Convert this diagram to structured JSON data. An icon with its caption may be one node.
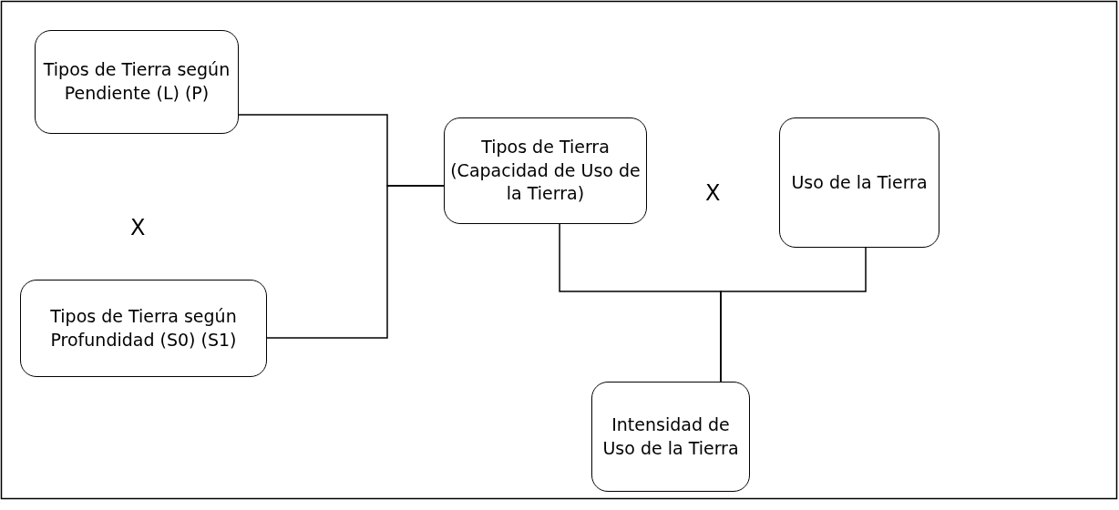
{
  "diagram": {
    "nodes": [
      {
        "text": [
          "Tipos de Tierra según Pendiente (L) (P)"
        ]
      },
      {
        "text": [
          "Tipos de Tierra según Profundidad (S0) (S1)"
        ]
      },
      {
        "text": [
          "Tipos de Tierra (Capacidad de Uso de la Tierra)"
        ]
      },
      {
        "text": [
          "Uso de la Tierra"
        ]
      },
      {
        "text": [
          "Intensidad de Uso de la Tierra"
        ]
      }
    ],
    "edges": [
      {
        "from": 0,
        "to": 2,
        "arrow": "none"
      },
      {
        "from": 1,
        "to": 2,
        "arrow": "none"
      },
      {
        "from": 2,
        "to": 4,
        "arrow": "none"
      },
      {
        "from": 3,
        "to": 4,
        "arrow": "none"
      }
    ],
    "labels": [
      "X",
      "X"
    ]
  }
}
